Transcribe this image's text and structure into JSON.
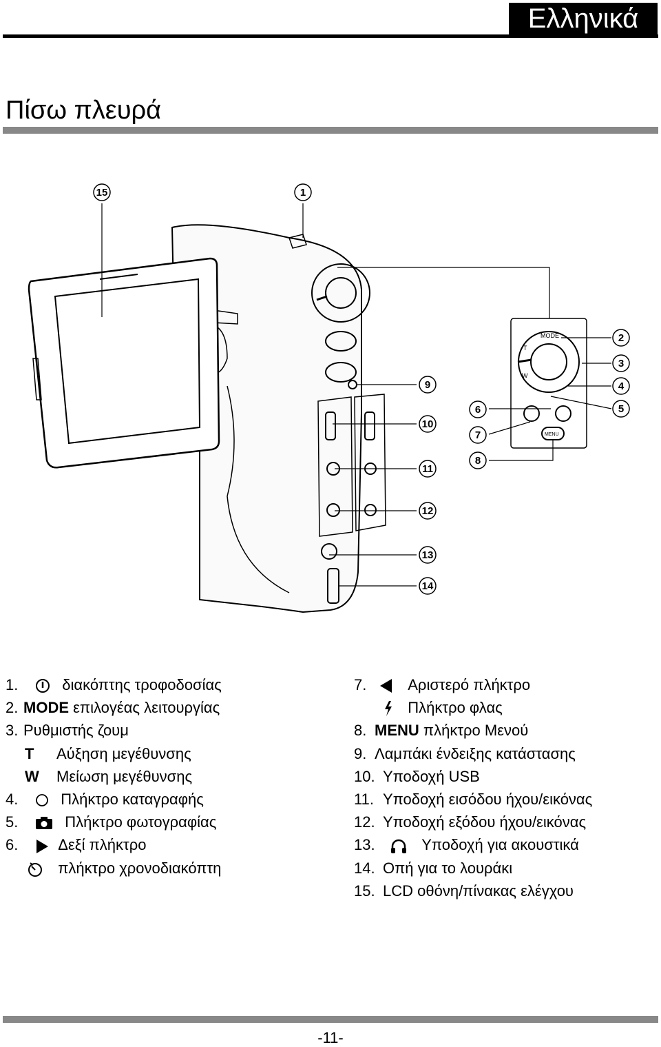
{
  "header": {
    "language": "Ελληνικά"
  },
  "section": {
    "title": "Πίσω πλευρά"
  },
  "diagram": {
    "callouts": [
      "1",
      "2",
      "3",
      "4",
      "5",
      "6",
      "7",
      "8",
      "9",
      "10",
      "11",
      "12",
      "13",
      "14",
      "15"
    ],
    "button_labels": {
      "mode": "MODE",
      "tele": "T",
      "wide": "W",
      "menu": "MENU"
    }
  },
  "legend": {
    "left": [
      {
        "num": "1.",
        "icon": "power-icon",
        "text": "διακόπτης τροφοδοσίας"
      },
      {
        "num": "2.",
        "bold": "MODE",
        "text": "επιλογέας λειτουργίας"
      },
      {
        "num": "3.",
        "text": "Ρυθμιστής ζουμ"
      },
      {
        "num": "",
        "bold": "T",
        "text": "Αύξηση μεγέθυνσης"
      },
      {
        "num": "",
        "bold": "W",
        "text": "Μείωση μεγέθυνσης"
      },
      {
        "num": "4.",
        "icon": "record-icon",
        "text": "Πλήκτρο καταγραφής"
      },
      {
        "num": "5.",
        "icon": "camera-icon",
        "text": "Πλήκτρο φωτογραφίας"
      },
      {
        "num": "6.",
        "icon": "right-arrow-icon",
        "text": "Δεξί πλήκτρο"
      },
      {
        "num": "",
        "icon": "self-timer-icon",
        "text": "πλήκτρο χρονοδιακόπτη"
      }
    ],
    "right": [
      {
        "num": "7.",
        "icon": "left-arrow-icon",
        "text": "Αριστερό πλήκτρο"
      },
      {
        "num": "",
        "icon": "flash-icon",
        "text": "Πλήκτρο φλας"
      },
      {
        "num": "8.",
        "bold": "MENU",
        "text": "πλήκτρο Μενού"
      },
      {
        "num": "9.",
        "text": "Λαμπάκι ένδειξης κατάστασης"
      },
      {
        "num": "10.",
        "text": "Υποδοχή USB"
      },
      {
        "num": "11.",
        "text": "Υποδοχή εισόδου ήχου/εικόνας"
      },
      {
        "num": "12.",
        "text": "Υποδοχή εξόδου ήχου/εικόνας"
      },
      {
        "num": "13.",
        "icon": "headphones-icon",
        "text": "Υποδοχή για ακουστικά"
      },
      {
        "num": "14.",
        "text": "Οπή για το λουράκι"
      },
      {
        "num": "15.",
        "text": "LCD οθόνη/πίνακας ελέγχου"
      }
    ]
  },
  "footer": {
    "page_number": "-11-"
  }
}
